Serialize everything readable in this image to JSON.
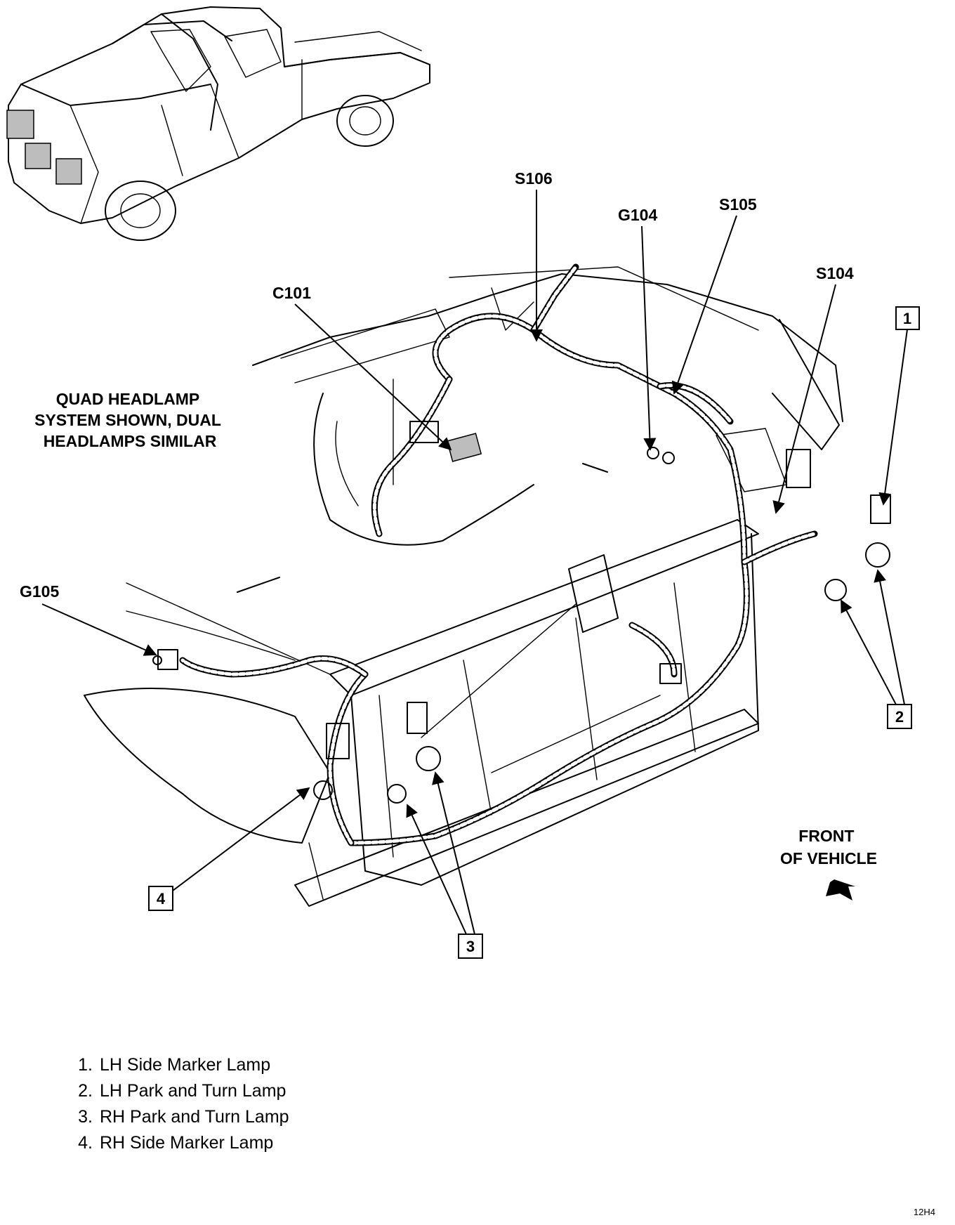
{
  "labels": {
    "s106": "S106",
    "g104": "G104",
    "s105": "S105",
    "s104": "S104",
    "c101": "C101",
    "g105": "G105"
  },
  "note_lines": [
    "QUAD HEADLAMP",
    "SYSTEM SHOWN, DUAL",
    "HEADLAMPS SIMILAR"
  ],
  "direction_lines": [
    "FRONT",
    "OF VEHICLE"
  ],
  "callouts": [
    "1",
    "2",
    "3",
    "4"
  ],
  "legend": [
    {
      "num": "1.",
      "text": "LH Side Marker Lamp"
    },
    {
      "num": "2.",
      "text": "LH Park and Turn Lamp"
    },
    {
      "num": "3.",
      "text": "RH Park and Turn Lamp"
    },
    {
      "num": "4.",
      "text": "RH Side Marker Lamp"
    }
  ],
  "figure_code": "12H4"
}
